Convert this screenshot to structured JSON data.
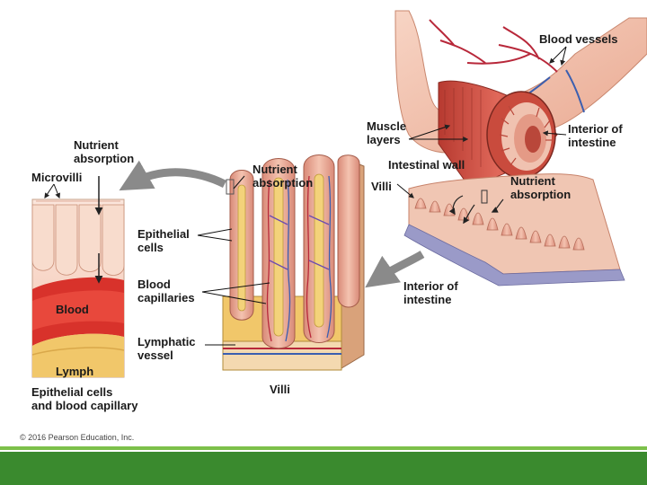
{
  "labels": {
    "blood_vessels": "Blood vessels",
    "muscle_layers": "Muscle\nlayers",
    "interior_of_intestine_top": "Interior of\nintestine",
    "intestinal_wall": "Intestinal wall",
    "villi_right": "Villi",
    "nutrient_absorption_right": "Nutrient\nabsorption",
    "interior_of_intestine_mid": "Interior of\nintestine",
    "nutrient_absorption_center": "Nutrient\nabsorption",
    "nutrient_absorption_left": "Nutrient\nabsorption",
    "microvilli": "Microvilli",
    "epithelial_cells": "Epithelial\ncells",
    "blood_capillaries": "Blood\ncapillaries",
    "lymphatic_vessel": "Lymphatic\nvessel",
    "villi_bottom": "Villi",
    "blood": "Blood",
    "lymph": "Lymph",
    "epithelial_cells_caption": "Epithelial cells\nand blood capillary"
  },
  "copyright": "© 2016 Pearson Education, Inc.",
  "colors": {
    "footer_green": "#3a8a2e",
    "footer_stripe": "#7cc04a",
    "blood_red": "#d8322b",
    "tissue_pink": "#f1b9a8",
    "muscle_red": "#c8453a",
    "lymph_yellow": "#f1c76a",
    "vessel_blue": "#3b5fb0",
    "arrow_gray": "#8a8a8a"
  }
}
